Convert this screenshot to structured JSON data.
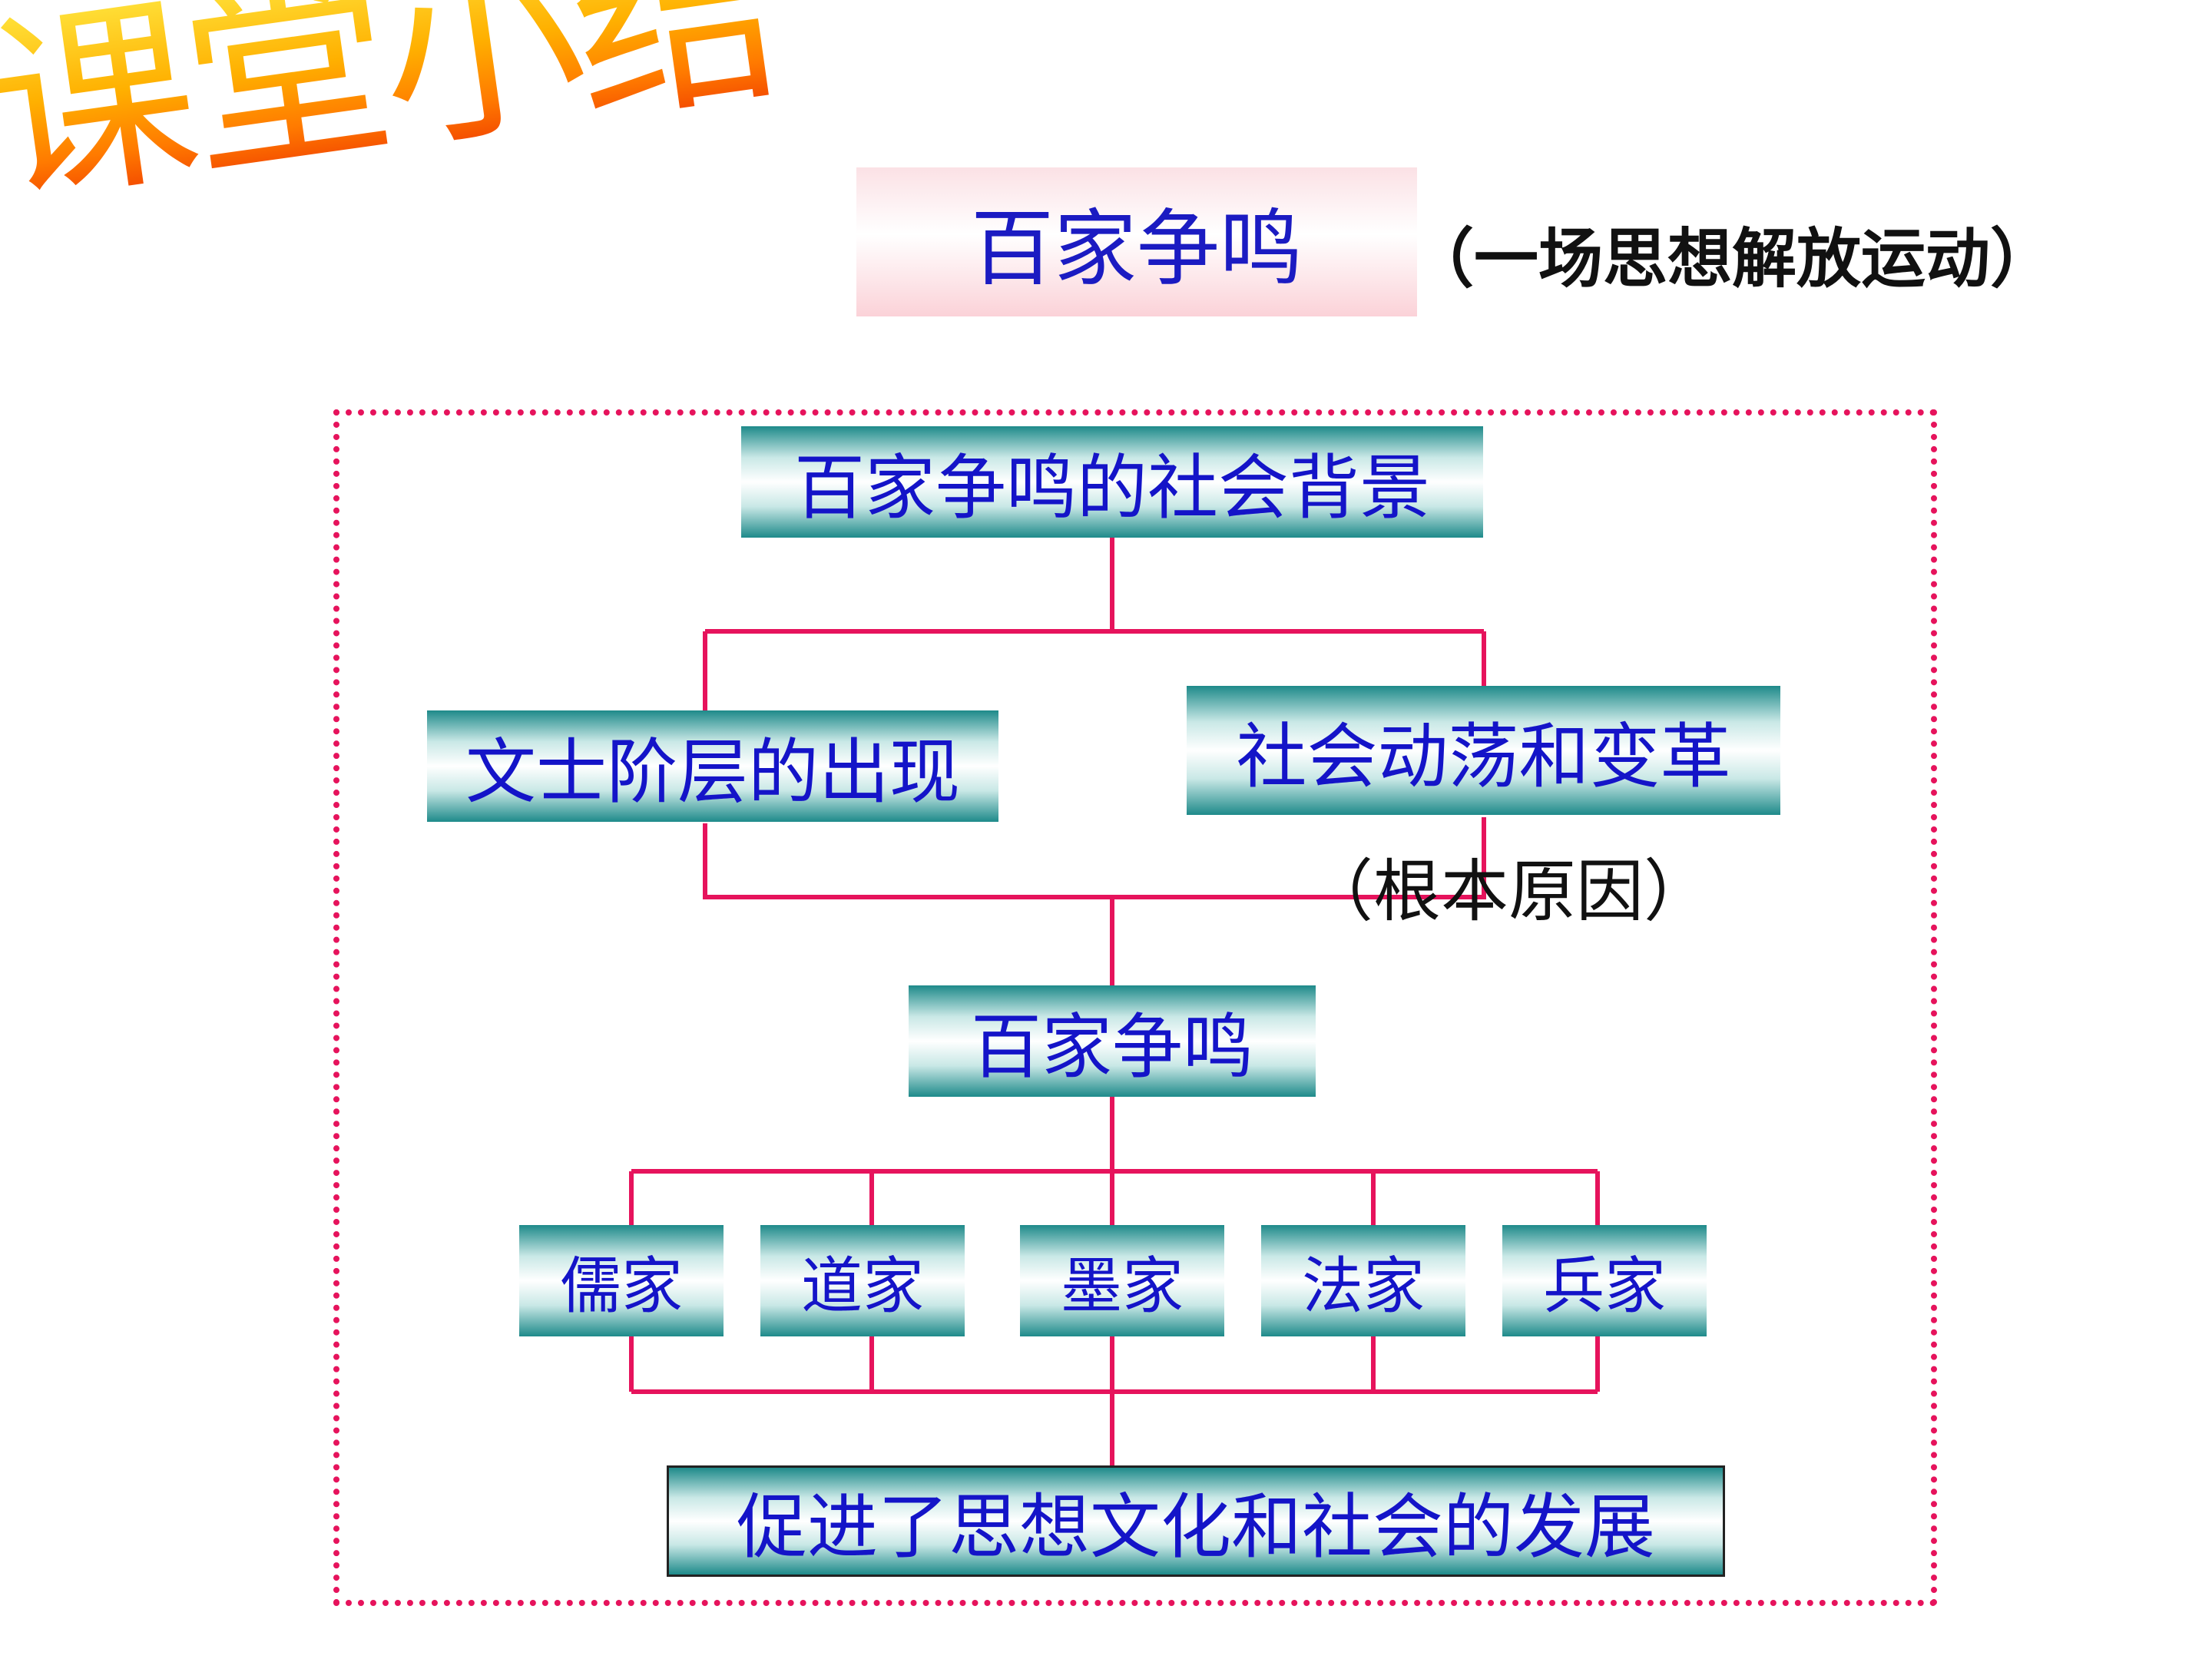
{
  "title": "课堂小结",
  "header": {
    "topic": "百家争鸣",
    "note": "（一场思想解放运动）"
  },
  "diagram": {
    "background": "百家争鸣的社会背景",
    "cause_left": "文士阶层的出现",
    "cause_right": "社会动荡和变革",
    "cause_right_note": "（根本原因）",
    "center": "百家争鸣",
    "schools": [
      "儒家",
      "道家",
      "墨家",
      "法家",
      "兵家"
    ],
    "result": "促进了思想文化和社会的发展"
  },
  "colors": {
    "connector": "#e6135c",
    "node_text": "#1414c8",
    "title_top": "#ffe23a",
    "title_bottom": "#f03d00"
  }
}
